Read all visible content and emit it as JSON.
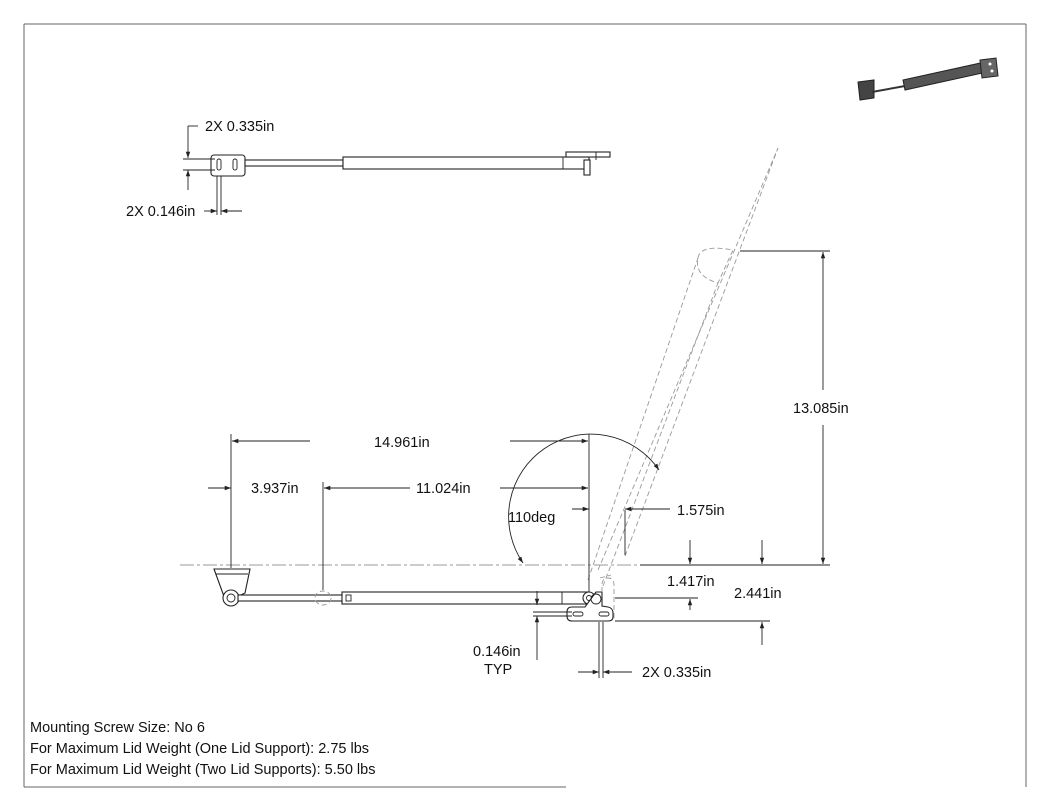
{
  "dimensions": {
    "top_hole_spacing": "2X 0.335in",
    "top_hole_diameter": "2X 0.146in",
    "total_length": "14.961in",
    "bracket_offset": "3.937in",
    "stroke_length": "11.024in",
    "open_angle": "110deg",
    "pivot_offset": "1.575in",
    "lid_height": "13.085in",
    "pivot_height_a": "1.417in",
    "pivot_height_b": "2.441in",
    "side_hole_diameter": "0.146in",
    "side_hole_typ": "TYP",
    "bottom_hole_spacing": "2X 0.335in"
  },
  "notes": [
    "Mounting Screw Size: No 6",
    "For Maximum Lid Weight (One Lid Support): 2.75 lbs",
    "For Maximum Lid Weight (Two Lid Supports): 5.50 lbs"
  ]
}
